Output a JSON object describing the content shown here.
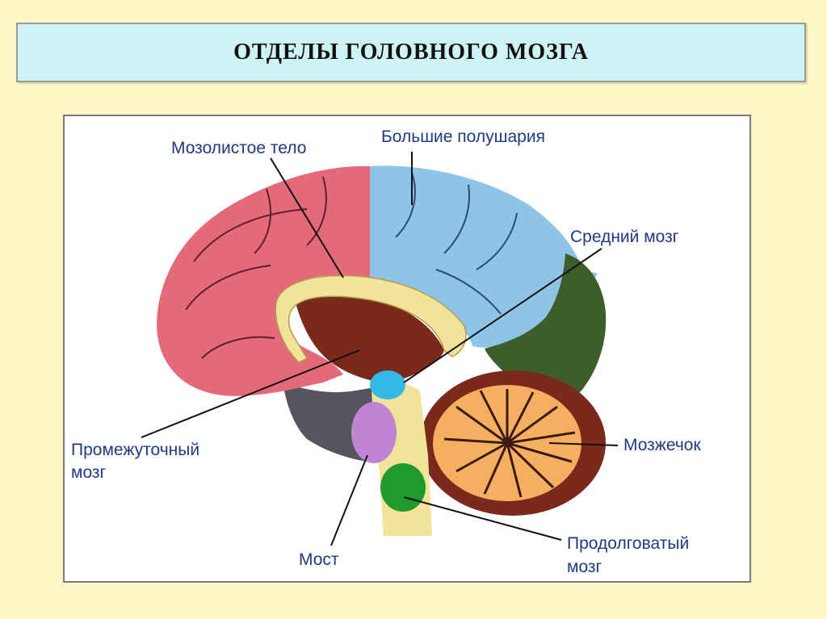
{
  "title": "ОТДЕЛЫ ГОЛОВНОГО МОЗГА",
  "labels": {
    "corpus_callosum": "Мозолистое тело",
    "hemispheres": "Большие полушария",
    "midbrain": "Средний мозг",
    "diencephalon_line1": "Промежуточный",
    "diencephalon_line2": "мозг",
    "cerebellum": "Мозжечок",
    "medulla_line1": "Продолговатый",
    "medulla_line2": "мозг",
    "pons": "Мост"
  },
  "colors": {
    "frontal": "#e46a7a",
    "parietal": "#8ec4e8",
    "occipital": "#3d5e2a",
    "cerebellum_outer": "#7a2a1c",
    "cerebellum_inner": "#f4b060",
    "midbrain": "#34b8e4",
    "pons": "#c084d4",
    "medulla": "#1e9a2e",
    "callosum": "#f2e39a",
    "diencephalon": "#7a2a1c",
    "brainstem_gray": "#55555d",
    "label": "#203a84"
  }
}
